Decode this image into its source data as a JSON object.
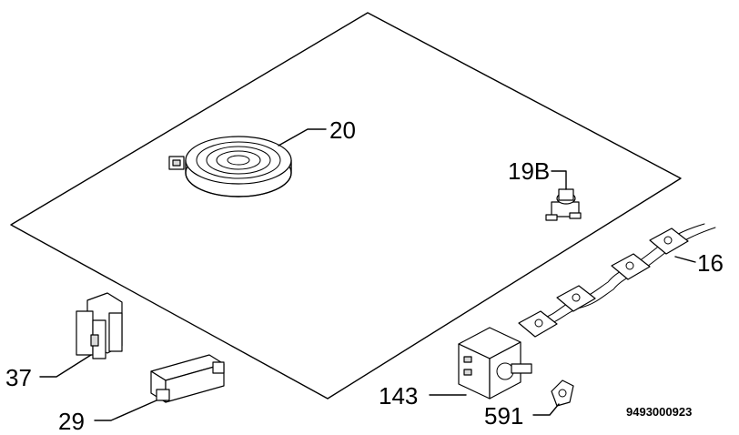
{
  "labels": {
    "cooktop_zone": "20",
    "thermostat": "19B",
    "wiring_harness": "16",
    "clip": "37",
    "terminal_block": "29",
    "energy_regulator": "143",
    "spring_washer": "591"
  },
  "document_id": "9493000923"
}
